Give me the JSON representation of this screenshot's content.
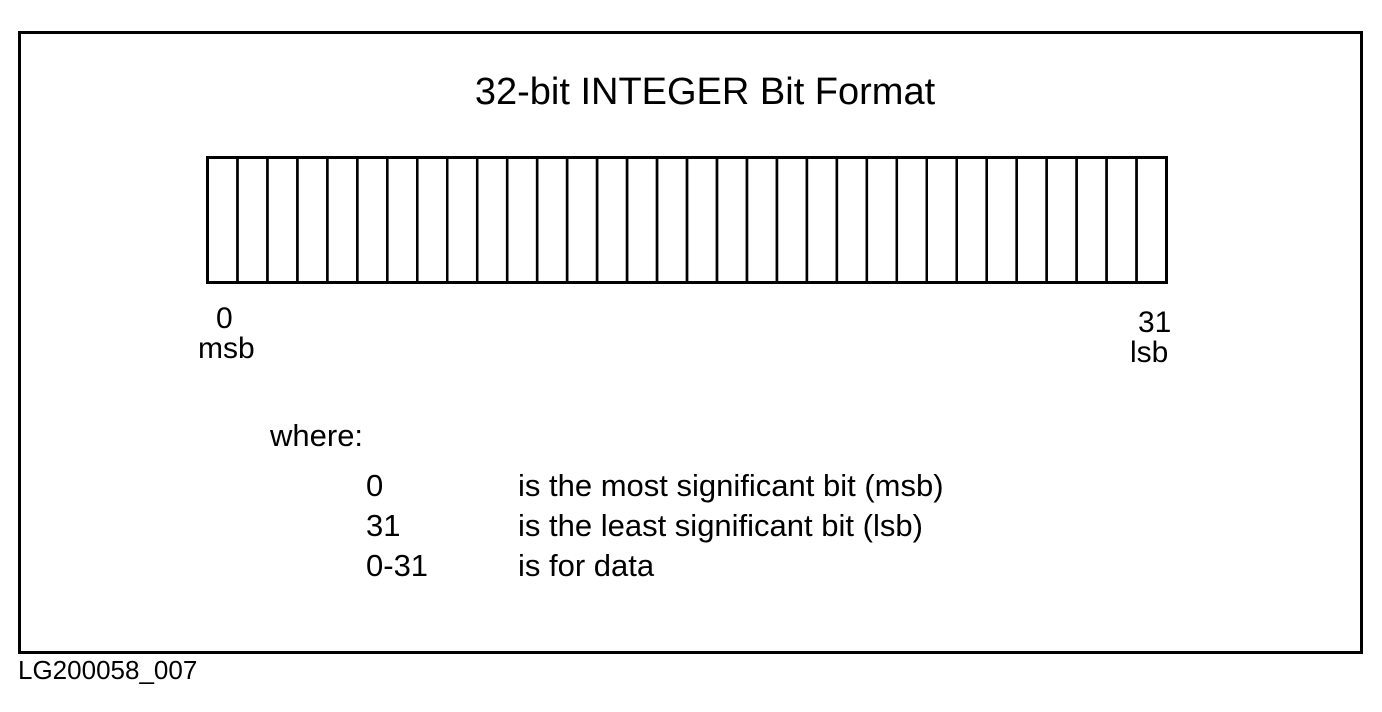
{
  "title": "32-bit INTEGER Bit Format",
  "bit_field": {
    "bit_count": 32,
    "first_bit": {
      "number": "0",
      "label": "msb"
    },
    "last_bit": {
      "number": "31",
      "label": "lsb"
    }
  },
  "legend": {
    "heading": "where:",
    "rows": [
      {
        "term": "0",
        "description": "is the most significant bit (msb)"
      },
      {
        "term": "31",
        "description": "is the least significant bit (lsb)"
      },
      {
        "term": "0-31",
        "description": "is for data"
      }
    ]
  },
  "figure_id": "LG200058_007",
  "colors": {
    "line": "#000000",
    "background": "#ffffff"
  }
}
